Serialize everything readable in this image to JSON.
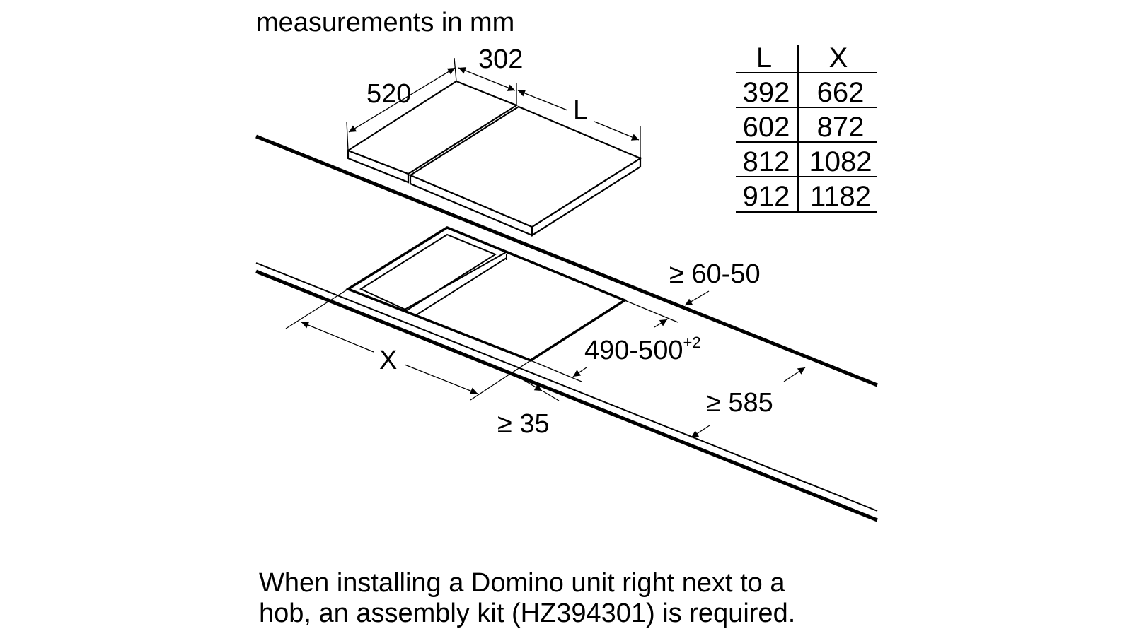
{
  "header": {
    "units_note": "measurements in mm"
  },
  "dimensions": {
    "depth": "520",
    "domino_width": "302",
    "hob_length": "L",
    "cutout_length": "X",
    "cutout_depth_main": "490-500",
    "cutout_depth_tolerance": "+2",
    "front_distance": "≥ 35",
    "worktop_depth": "≥ 585",
    "worktop_thickness": "≥ 60-50"
  },
  "table": {
    "headers": [
      "L",
      "X"
    ],
    "rows": [
      [
        "392",
        "662"
      ],
      [
        "602",
        "872"
      ],
      [
        "812",
        "1082"
      ],
      [
        "912",
        "1182"
      ]
    ]
  },
  "footer": {
    "note_line1": "When installing a Domino unit right next to a",
    "note_line2": "hob, an assembly kit (HZ394301) is required."
  }
}
